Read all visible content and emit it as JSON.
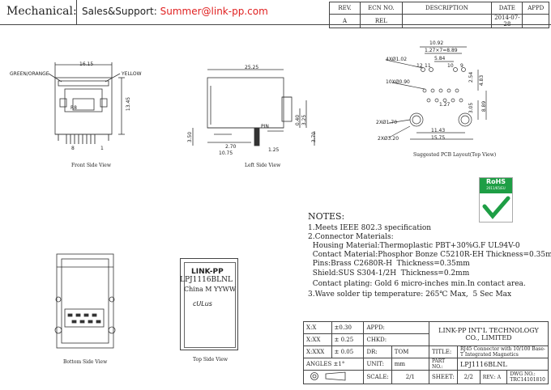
{
  "header": {
    "left_title": "Mechanical:",
    "sales_prefix": "Sales&Support:",
    "sales_email": "Summer@link-pp.com",
    "revision_table": {
      "headers": [
        "REV.",
        "ECN NO.",
        "DESCRIPTION",
        "DATE",
        "APPD"
      ],
      "row": [
        "A",
        "REL",
        "",
        "2014-07-28",
        ""
      ]
    }
  },
  "front_view": {
    "caption": "Front Side View",
    "dim_width": "16.15",
    "dim_height": "13.45",
    "led_left": "GREEN/ORANGE",
    "led_right": "YELLOW",
    "pin8": "8",
    "pin1": "1",
    "mark": "R8"
  },
  "left_view": {
    "caption": "Left Side View",
    "dim_length": "25.25",
    "dim_a": "0.40",
    "dim_b": "3.25",
    "dim_c": "3.70",
    "dim_d": "3.50",
    "dim_e": "2.70",
    "dim_f": "10.75",
    "dim_g": "1.25",
    "pin_label": "PIN"
  },
  "pcb_layout": {
    "caption": "Suggested PCB Layout(Top View)",
    "d_10_92": "10.92",
    "d_pitch": "1.27×7=8.89",
    "d_5_84": "5.84",
    "d_4x": "4XØ1.02",
    "d_10x": "10XØ0.90",
    "d_2x170": "2XØ1.70",
    "d_2x320": "2XØ3.20",
    "d_2_54": "2.54",
    "d_4_83": "4.83",
    "d_8_89": "8.89",
    "d_3_05": "3.05",
    "d_1_27": "1.27",
    "d_11_43": "11.43",
    "d_15_75": "15.75",
    "pin_labels": [
      "12",
      "11",
      "10",
      "9"
    ]
  },
  "rohs": {
    "title": "RoHS",
    "subtitle": "2011/65/EU"
  },
  "notes": {
    "heading": "NOTES:",
    "lines": [
      "1.Meets IEEE 802.3 specification",
      "2.Connector Materials:",
      "  Housing Material:Thermoplastic PBT+30%G.F UL94V-0",
      "  Contact Material:Phosphor Bonze C5210R-EH Thickness=0.35mm",
      "  Pins:Brass C2680R-H  Thickness=0.35mm",
      "  Shield:SUS S304-1/2H  Thickness=0.2mm",
      "  Contact plating: Gold 6 micro-inches min.In contact area.",
      "3.Wave solder tip temperature: 265℃ Max,  5 Sec Max"
    ]
  },
  "bottom_view": {
    "caption": "Bottom Side View"
  },
  "top_view": {
    "caption": "Top Side View",
    "brand": "LINK-PP",
    "part": "LPJ1116BLNL",
    "origin": "China M YYWW",
    "ul_mark": "cULus"
  },
  "title_block": {
    "tol_x": "X:X",
    "tol_x_val": "±0.30",
    "tol_xx": "X:XX",
    "tol_xx_val": "± 0.25",
    "tol_xxx": "X:XXX",
    "tol_xxx_val": "± 0.05",
    "angles": "ANGLES ±1°",
    "appd": "APPD:",
    "chkd": "CHKD:",
    "dr": "DR:",
    "dr_val": "TOM",
    "unit": "UNIT:",
    "unit_val": "mm",
    "company": "LINK-PP INT'L TECHNOLOGY CO., LIMITED",
    "title_label": "TITLE:",
    "title_val": "RJ45 Connector with 10/100 Base-T Integrated Magnetics",
    "part_label": "PART NO.:",
    "part_val": "LPJ1116BLNL",
    "scale_label": "SCALE:",
    "scale_val": "2/1",
    "sheet_label": "SHEET:",
    "sheet_val": "2/2",
    "rev_label": "REV.:",
    "rev_val": "A",
    "dwg_label": "DWG NO.:",
    "dwg_val": "TRC14101810"
  }
}
